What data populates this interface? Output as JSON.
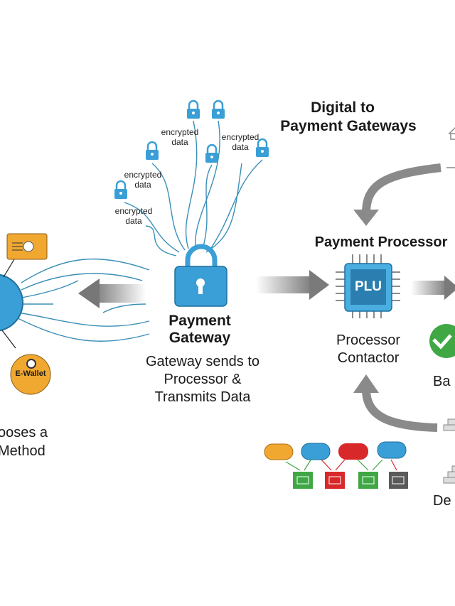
{
  "header": {
    "title_line1": "Digital to",
    "title_line2": "Payment Gateways"
  },
  "encrypted_labels": [
    {
      "line1": "encrypted",
      "line2": "data"
    },
    {
      "line1": "encrypted",
      "line2": "data"
    },
    {
      "line1": "encrypted",
      "line2": "data"
    },
    {
      "line1": "encrypted",
      "line2": "data"
    }
  ],
  "gateway": {
    "title_line1": "Payment",
    "title_line2": "Gateway",
    "desc_line1": "Gateway sends to",
    "desc_line2": "Processor &",
    "desc_line3": "Transmits Data"
  },
  "customer": {
    "line1": "ooses a",
    "line2": "Method",
    "ewallet_label": "E-Wallet"
  },
  "processor": {
    "title": "Payment Processor",
    "chip_label": "PLU",
    "sub_line1": "Processor",
    "sub_line2": "Contactor"
  },
  "right_edge": {
    "bank_partial": "Ba",
    "decline_partial": "De"
  },
  "colors": {
    "lock_blue": "#3a9fd6",
    "arrow_gray": "#8a8a8a",
    "orange": "#f0a830",
    "green": "#3fa845",
    "red": "#d8282a",
    "dark_gray": "#5a5a5a"
  },
  "icons": [
    "lock-icon",
    "card-icon",
    "ewallet-icon",
    "chip-icon",
    "check-icon",
    "bank-icon"
  ]
}
